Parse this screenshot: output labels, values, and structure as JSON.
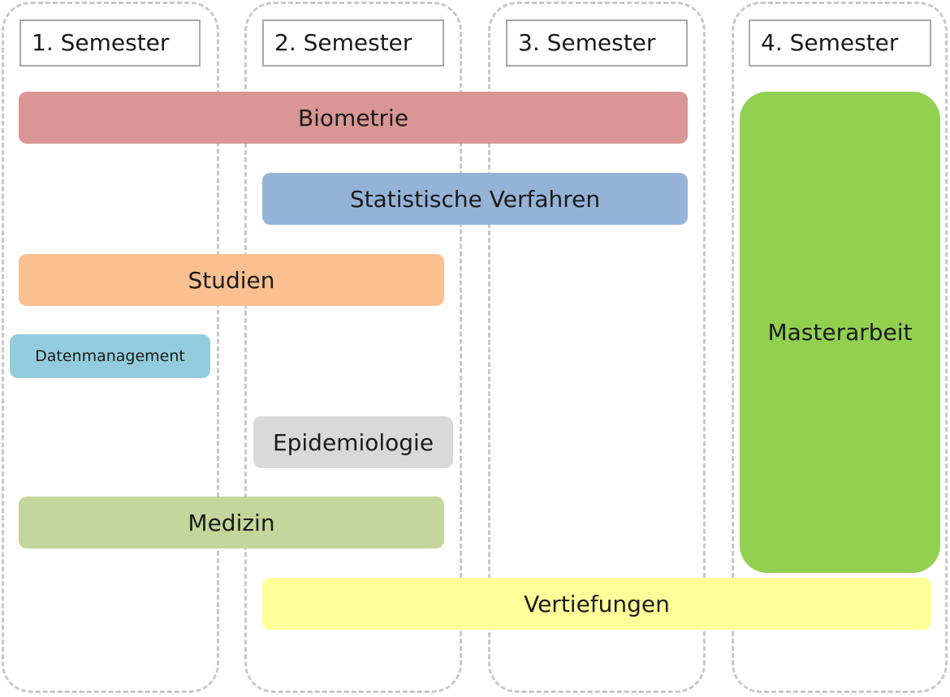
{
  "semesters": [
    {
      "label": "1. Semester"
    },
    {
      "label": "2. Semester"
    },
    {
      "label": "3. Semester"
    },
    {
      "label": "4. Semester"
    }
  ],
  "modules": {
    "biometrie": {
      "label": "Biometrie",
      "color": "#d99694"
    },
    "statistik": {
      "label": "Statistische Verfahren",
      "color": "#95b3d7"
    },
    "studien": {
      "label": "Studien",
      "color": "#fac090"
    },
    "daten": {
      "label": "Datenmanagement",
      "color": "#93cddd"
    },
    "epi": {
      "label": "Epidemiologie",
      "color": "#d9d9d9"
    },
    "medizin": {
      "label": "Medizin",
      "color": "#c3d69b"
    },
    "vertiefung": {
      "label": "Vertiefungen",
      "color": "#ffff99"
    },
    "master": {
      "label": "Masterarbeit",
      "color": "#92d050"
    }
  }
}
